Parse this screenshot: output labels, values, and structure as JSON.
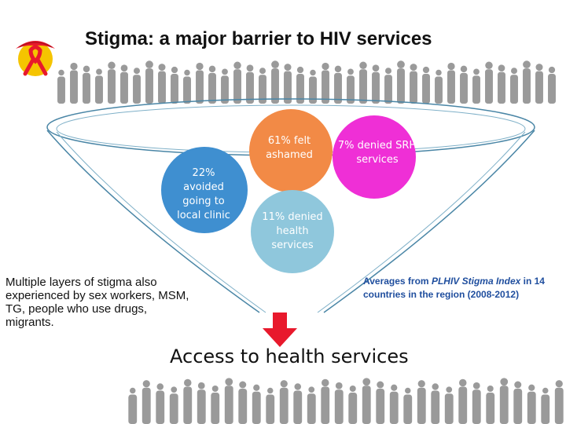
{
  "header": {
    "title": "Stigma: a major barrier to HIV services"
  },
  "icons": {
    "logo": "red-ribbon-hat-icon",
    "arrow": "arrow-down-icon"
  },
  "bubbles": {
    "ashamed": {
      "label": "61% felt ashamed",
      "color": "#f28a46"
    },
    "srh": {
      "label": "7% denied SRH services",
      "color": "#ef2fd6"
    },
    "clinic": {
      "label": "22% avoided going to local clinic",
      "color": "#3f8fd0"
    },
    "health": {
      "label": "11% denied health services",
      "color": "#8fc7dc"
    }
  },
  "notes": {
    "left": "Multiple layers of stigma also experienced by sex workers, MSM, TG, people who use drugs, migrants.",
    "right_prefix": "Averages from ",
    "right_source": "PLHIV Stigma Index",
    "right_suffix": " in 14 countries in the region (2008-2012)"
  },
  "footer": {
    "access_label": "Access to health services"
  },
  "colors": {
    "funnel_line": "#4a86a6",
    "arrow": "#e8192c",
    "crowd": "#9a9a9a"
  }
}
